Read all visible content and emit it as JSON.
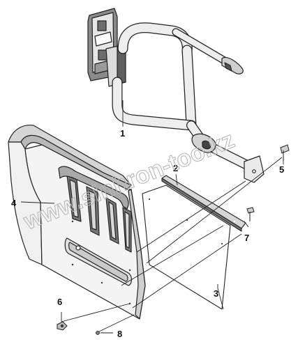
{
  "diagram": {
    "callouts": [
      {
        "id": "1",
        "text": "1"
      },
      {
        "id": "2",
        "text": "2"
      },
      {
        "id": "3",
        "text": "3"
      },
      {
        "id": "4",
        "text": "4"
      },
      {
        "id": "5",
        "text": "5"
      },
      {
        "id": "6",
        "text": "6"
      },
      {
        "id": "7",
        "text": "7"
      },
      {
        "id": "8",
        "text": "8"
      }
    ],
    "watermark": "www.sinhron-too.kz",
    "colors": {
      "line": "#222222",
      "fill_light": "#eeeeee",
      "fill_mid": "#cfcfcf",
      "fill_dark": "#7a7a7a",
      "watermark": "#b9b9b9"
    }
  }
}
